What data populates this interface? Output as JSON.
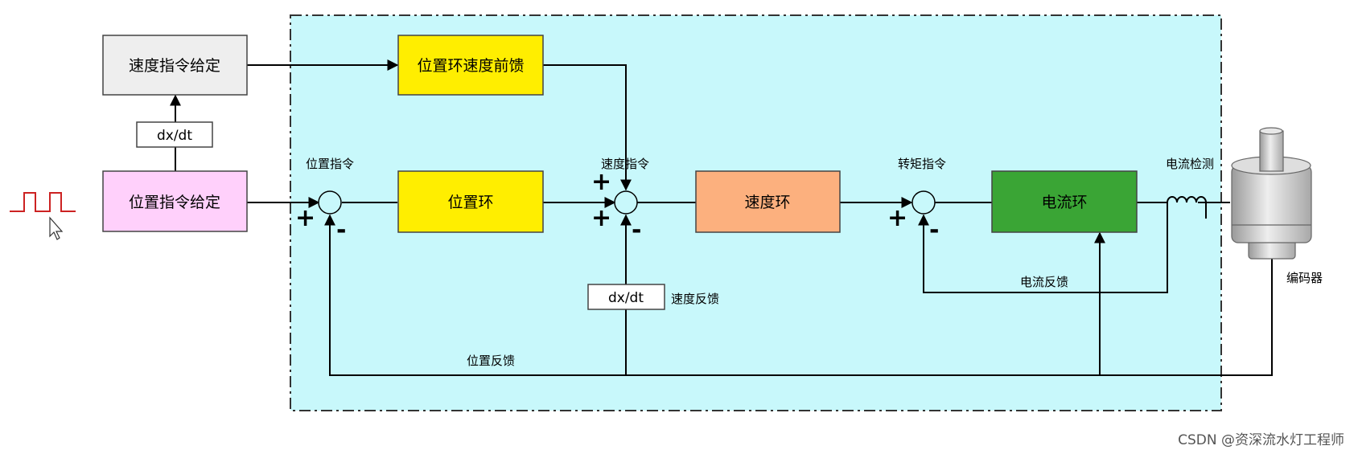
{
  "blocks": {
    "speed_cmd": "速度指令给定",
    "pos_cmd": "位置指令给定",
    "dxdt_top": "dx/dt",
    "ff": "位置环速度前馈",
    "pos_loop": "位置环",
    "speed_loop": "速度环",
    "current_loop": "电流环",
    "dxdt_mid": "dx/dt"
  },
  "labels": {
    "pos_cmd": "位置指令",
    "speed_cmd": "速度指令",
    "torque_cmd": "转矩指令",
    "current_detect": "电流检测",
    "speed_feedback": "速度反馈",
    "current_feedback": "电流反馈",
    "pos_feedback": "位置反馈",
    "encoder": "编码器"
  },
  "signs": {
    "plus": "+",
    "minus": "-"
  },
  "watermark": "CSDN @资深流水灯工程师",
  "colors": {
    "control_region": "#c8f8fb",
    "speed_cmd_block": "#eeeeee",
    "pos_cmd_block": "#ffd0fb",
    "yellow_block": "#ffee00",
    "speed_loop_block": "#fcb07e",
    "current_loop_block": "#3aa535"
  }
}
